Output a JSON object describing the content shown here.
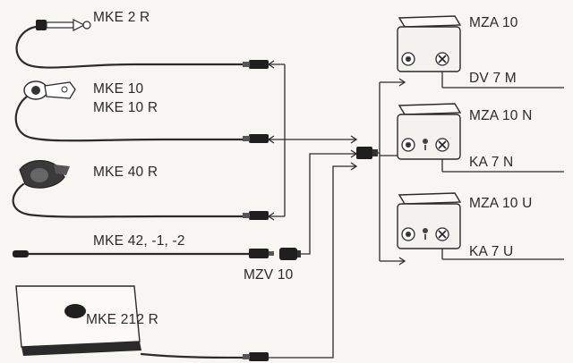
{
  "microphones": [
    {
      "label": "MKE 2 R"
    },
    {
      "label": "MKE 10",
      "label2": "MKE 10 R"
    },
    {
      "label": "MKE 40 R"
    },
    {
      "label": "MKE 42, -1, -2"
    },
    {
      "label": "MKE 212 R"
    }
  ],
  "adapter": {
    "label": "MZV 10"
  },
  "units": [
    {
      "name": "MZA 10",
      "cable": "DV 7 M"
    },
    {
      "name": "MZA 10 N",
      "cable": "KA 7 N"
    },
    {
      "name": "MZA 10 U",
      "cable": "KA 7 U"
    }
  ]
}
